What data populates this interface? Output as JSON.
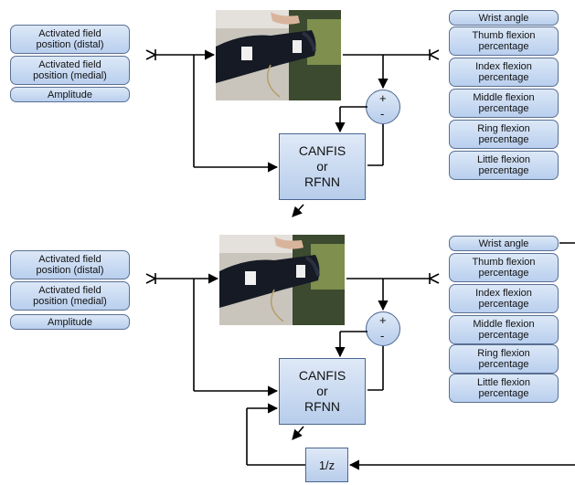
{
  "top_diagram": {
    "inputs": [
      "Activated field\nposition (distal)",
      "Activated field\nposition (medial)",
      "Amplitude"
    ],
    "outputs": [
      "Wrist angle",
      "Thumb flexion\npercentage",
      "Index flexion\npercentage",
      "Middle flexion\npercentage",
      "Ring flexion\npercentage",
      "Little flexion\npercentage"
    ],
    "model_label": "CANFIS\nor\nRFNN",
    "sum_plus": "+",
    "sum_minus": "-"
  },
  "bottom_diagram": {
    "inputs": [
      "Activated field\nposition (distal)",
      "Activated field\nposition (medial)",
      "Amplitude"
    ],
    "outputs": [
      "Wrist angle",
      "Thumb flexion\npercentage",
      "Index flexion\npercentage",
      "Middle flexion\npercentage",
      "Ring flexion\npercentage",
      "Little flexion\npercentage"
    ],
    "model_label": "CANFIS\nor\nRFNN",
    "sum_plus": "+",
    "sum_minus": "-",
    "delay_label": "1/z"
  },
  "colors": {
    "box_fill": "#c8daf2",
    "box_border": "#4c6690",
    "line": "#000000"
  }
}
